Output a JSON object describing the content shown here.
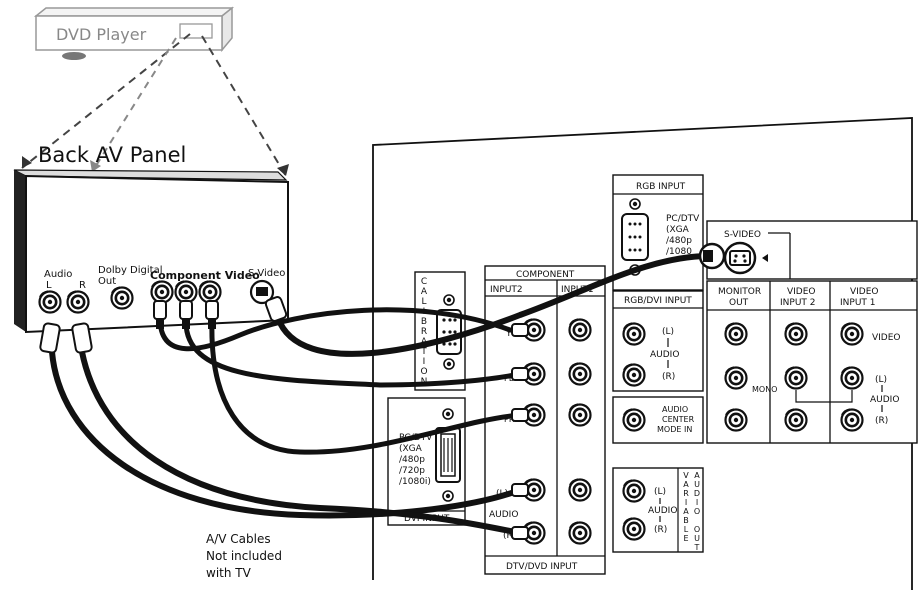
{
  "device": {
    "label": "DVD Player"
  },
  "back_panel": {
    "title": "Back AV Panel",
    "audio_label": "Audio",
    "audio_l": "L",
    "audio_r": "R",
    "dolby_label_1": "Dolby Digital",
    "dolby_label_2": "Out",
    "component_label": "Component Video",
    "svideo_label": "S-Video"
  },
  "tv_panel": {
    "calibration_letters": [
      "C",
      "A",
      "L",
      "I",
      "B",
      "R",
      "A",
      "T",
      "I",
      "O",
      "N"
    ],
    "rgb_input": {
      "title": "RGB INPUT",
      "lines": [
        "PC/DTV",
        "(XGA",
        "/480p",
        "/1080"
      ]
    },
    "svideo": {
      "title": "S-VIDEO"
    },
    "component": {
      "title": "COMPONENT",
      "input2": "INPUT2",
      "input1": "INPUT1",
      "y": "Y",
      "pb": "PB",
      "pr": "PR"
    },
    "rgb_dvi_input": {
      "title": "RGB/DVI INPUT",
      "l": "(L)",
      "audio": "AUDIO",
      "r": "(R)"
    },
    "audio_center": {
      "lines": [
        "AUDIO",
        "CENTER",
        "MODE IN"
      ]
    },
    "monitor_out": {
      "lines": [
        "MONITOR",
        "OUT"
      ]
    },
    "video_input_2": {
      "lines": [
        "VIDEO",
        "INPUT 2"
      ]
    },
    "video_input_1": {
      "lines": [
        "VIDEO",
        "INPUT 1"
      ]
    },
    "video_label": "VIDEO",
    "mono_label": "MONO",
    "audio_right_group": {
      "l": "(L)",
      "audio": "AUDIO",
      "r": "(R)"
    },
    "dvi_input": {
      "title": "DVI INPUT",
      "lines": [
        "PC/DTV",
        "(XGA",
        "/480p",
        "/720p",
        "/1080i)"
      ]
    },
    "dtv_dvd_input": {
      "title": "DTV/DVD INPUT",
      "l": "(L)",
      "audio": "AUDIO",
      "r": "(R)"
    },
    "variable_audio_out": {
      "l": "(L)",
      "audio": "AUDIO",
      "r": "(R)",
      "variable_letters": [
        "V",
        "A",
        "R",
        "I",
        "A",
        "B",
        "L",
        "E"
      ],
      "audio_out_letters": [
        "A",
        "U",
        "D",
        "I",
        "O",
        "",
        "O",
        "U",
        "T"
      ]
    }
  },
  "caption": {
    "lines": [
      "A/V Cables",
      "Not included",
      "with TV"
    ]
  }
}
